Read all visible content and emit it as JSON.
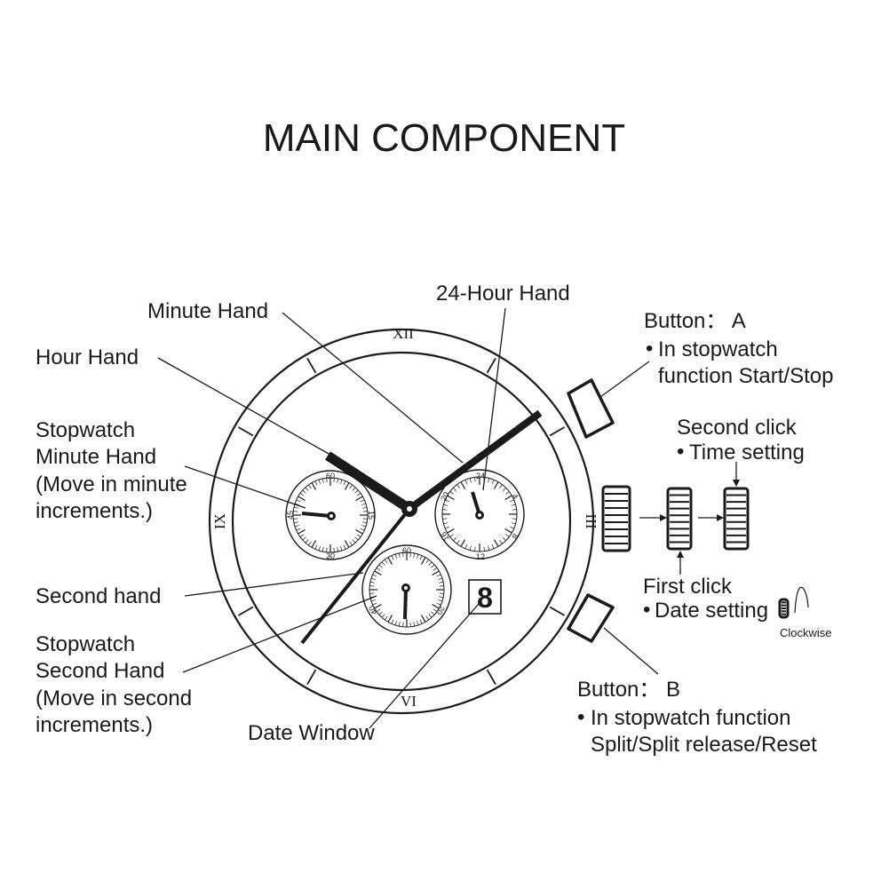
{
  "title": "MAIN COMPONENT",
  "labels": {
    "minute_hand": "Minute Hand",
    "hour_hand": "Hour Hand",
    "stopwatch_minute_hand": [
      "Stopwatch",
      "Minute Hand",
      "(Move in minute",
      "increments.)"
    ],
    "second_hand": "Second hand",
    "stopwatch_second_hand": [
      "Stopwatch",
      "Second Hand",
      "(Move in second",
      "increments.)"
    ],
    "date_window": "Date Window",
    "hour24_hand": "24-Hour Hand",
    "button_a": {
      "title": "Button： A",
      "lines": [
        "In stopwatch",
        "function Start/Stop"
      ]
    },
    "second_click": {
      "title": "Second click",
      "line": "Time setting"
    },
    "first_click": {
      "title": "First click",
      "line": "Date setting"
    },
    "clockwise": "Clockwise",
    "button_b": {
      "title": "Button： B",
      "lines": [
        "In stopwatch function",
        "Split/Split release/Reset"
      ]
    }
  },
  "bullet": "•",
  "dial": {
    "roman": {
      "top": "XII",
      "right": "III",
      "bottom": "VI",
      "left": "IX"
    },
    "left_subdial": [
      "60",
      "15",
      "30",
      "45"
    ],
    "right_subdial": [
      "24",
      "4",
      "8",
      "12",
      "16",
      "20"
    ],
    "bottom_subdial": [
      "60",
      "20",
      "40"
    ],
    "date_digit": "8"
  }
}
